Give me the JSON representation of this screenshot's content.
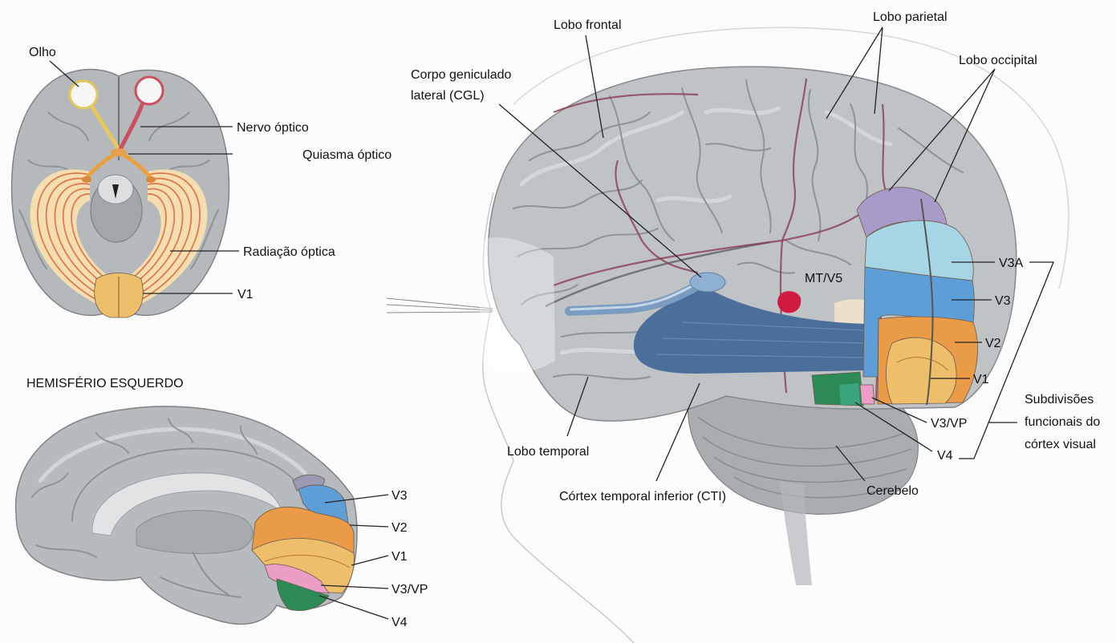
{
  "ventral_view": {
    "labels": {
      "eye": "Olho",
      "optic_nerve": "Nervo óptico",
      "optic_chiasm": "Quiasma óptico",
      "optic_radiation": "Radiação óptica",
      "v1": "V1"
    }
  },
  "medial_view": {
    "title": "HEMISFÉRIO ESQUERDO",
    "labels": {
      "v3": "V3",
      "v2": "V2",
      "v1": "V1",
      "v3_vp": "V3/VP",
      "v4": "V4"
    }
  },
  "lateral_view": {
    "labels": {
      "frontal_lobe": "Lobo frontal",
      "parietal_lobe": "Lobo parietal",
      "occipital_lobe": "Lobo occipital",
      "lgn": [
        "Corpo geniculado",
        "lateral (CGL)"
      ],
      "mt_v5": "MT/V5",
      "v3a": "V3A",
      "v3": "V3",
      "v2": "V2",
      "v1": "V1",
      "v3_vp": "V3/VP",
      "v4": "V4",
      "subdivisions": [
        "Subdivisões",
        "funcionais do",
        "córtex visual"
      ],
      "temporal_lobe": "Lobo temporal",
      "inferior_temporal_cortex": "Córtex temporal inferior (CTI)",
      "cerebellum": "Cerebelo"
    }
  },
  "colors": {
    "v1": "#efbe6a",
    "v2": "#e99b48",
    "v3": "#5e9ed6",
    "v3a": "#a6d6e6",
    "v3_vp": "#ec9ec4",
    "v4": "#2c8a57",
    "mt_v5": "#d11a3f",
    "optic_radiation": "#4b6f9a",
    "lgn": "#8fb0d0"
  }
}
